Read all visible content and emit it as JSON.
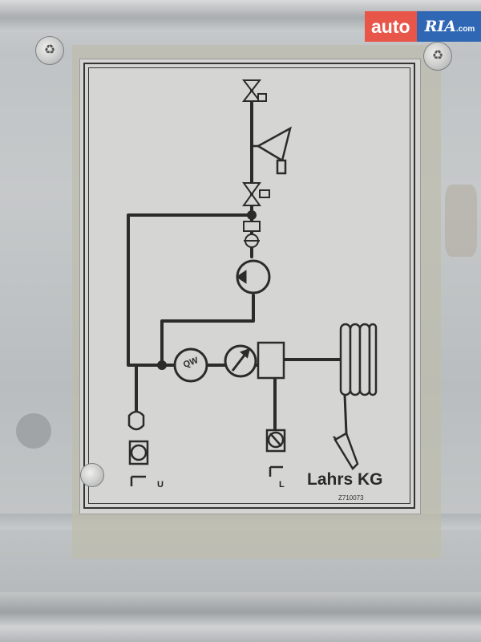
{
  "photo": {
    "subject": "hydraulic schematic placard",
    "watermark": {
      "left_text": "auto",
      "right_text": "RIA",
      "right_suffix": ".com",
      "left_color": "#e8564a",
      "right_color": "#2f67b5"
    },
    "placard": {
      "brand": "Lahrs KG",
      "code": "Z710073",
      "port_labels": {
        "left": "U",
        "right": "L"
      },
      "gauge_label": "QW"
    },
    "colors": {
      "metal": "#c4c7c8",
      "plate": "#d5d6d3",
      "ink": "#2b2b2b"
    }
  }
}
